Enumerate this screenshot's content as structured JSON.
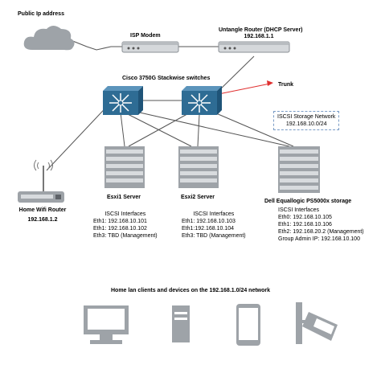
{
  "labels": {
    "public_ip": "Public Ip address",
    "isp_modem": "ISP Modem",
    "untangle_title": "Untangle Router (DHCP Server)",
    "untangle_ip": "192.168.1.1",
    "cisco_switches": "Cisco 3750G Stackwise switches",
    "trunk": "Trunk",
    "iscsi_network_title": "ISCSI Storage Network",
    "iscsi_network_subnet": "192.168.10.0/24",
    "wifi_router_name": "Home Wifi Router",
    "wifi_router_ip": "192.168.1.2",
    "esxi1_name": "Esxi1 Server",
    "esxi2_name": "Esxi2 Server",
    "dell_name": "Dell Equallogic PS5000x storage",
    "home_lan_title": "Home lan clients and devices on the 192.168.1.0/24 network"
  },
  "esxi1_interfaces": [
    "ISCSI Interfaces",
    "Eth1: 192.168.10.101",
    "Eth1: 192.168.10.102",
    "Eth3: TBD (Management)"
  ],
  "esxi2_interfaces": [
    "ISCSI Interfaces",
    "Eth1: 192.168.10.103",
    "Eth1:192.168.10.104",
    "Eth3: TBD (Management)"
  ],
  "dell_interfaces": [
    "ISCSI Interfaces",
    "Eth0: 192.168.10.105",
    "Eth1: 192.168.10.106",
    "Eth2: 192.168.20.2 (Management)",
    "Group Admin IP: 192.168.10.100"
  ],
  "icons": [
    "cloud-icon",
    "modem-icon",
    "router-icon",
    "switch-icon",
    "server-icon",
    "storage-icon",
    "wifi-router-icon",
    "desktop-icon",
    "tower-icon",
    "phone-icon",
    "camera-icon"
  ],
  "colors": {
    "device_gray": "#9ea3a8",
    "device_dark": "#5f6368",
    "switch_blue": "#2e6c94",
    "trunk_red": "#e03030",
    "box_border": "#7a9cc6"
  }
}
